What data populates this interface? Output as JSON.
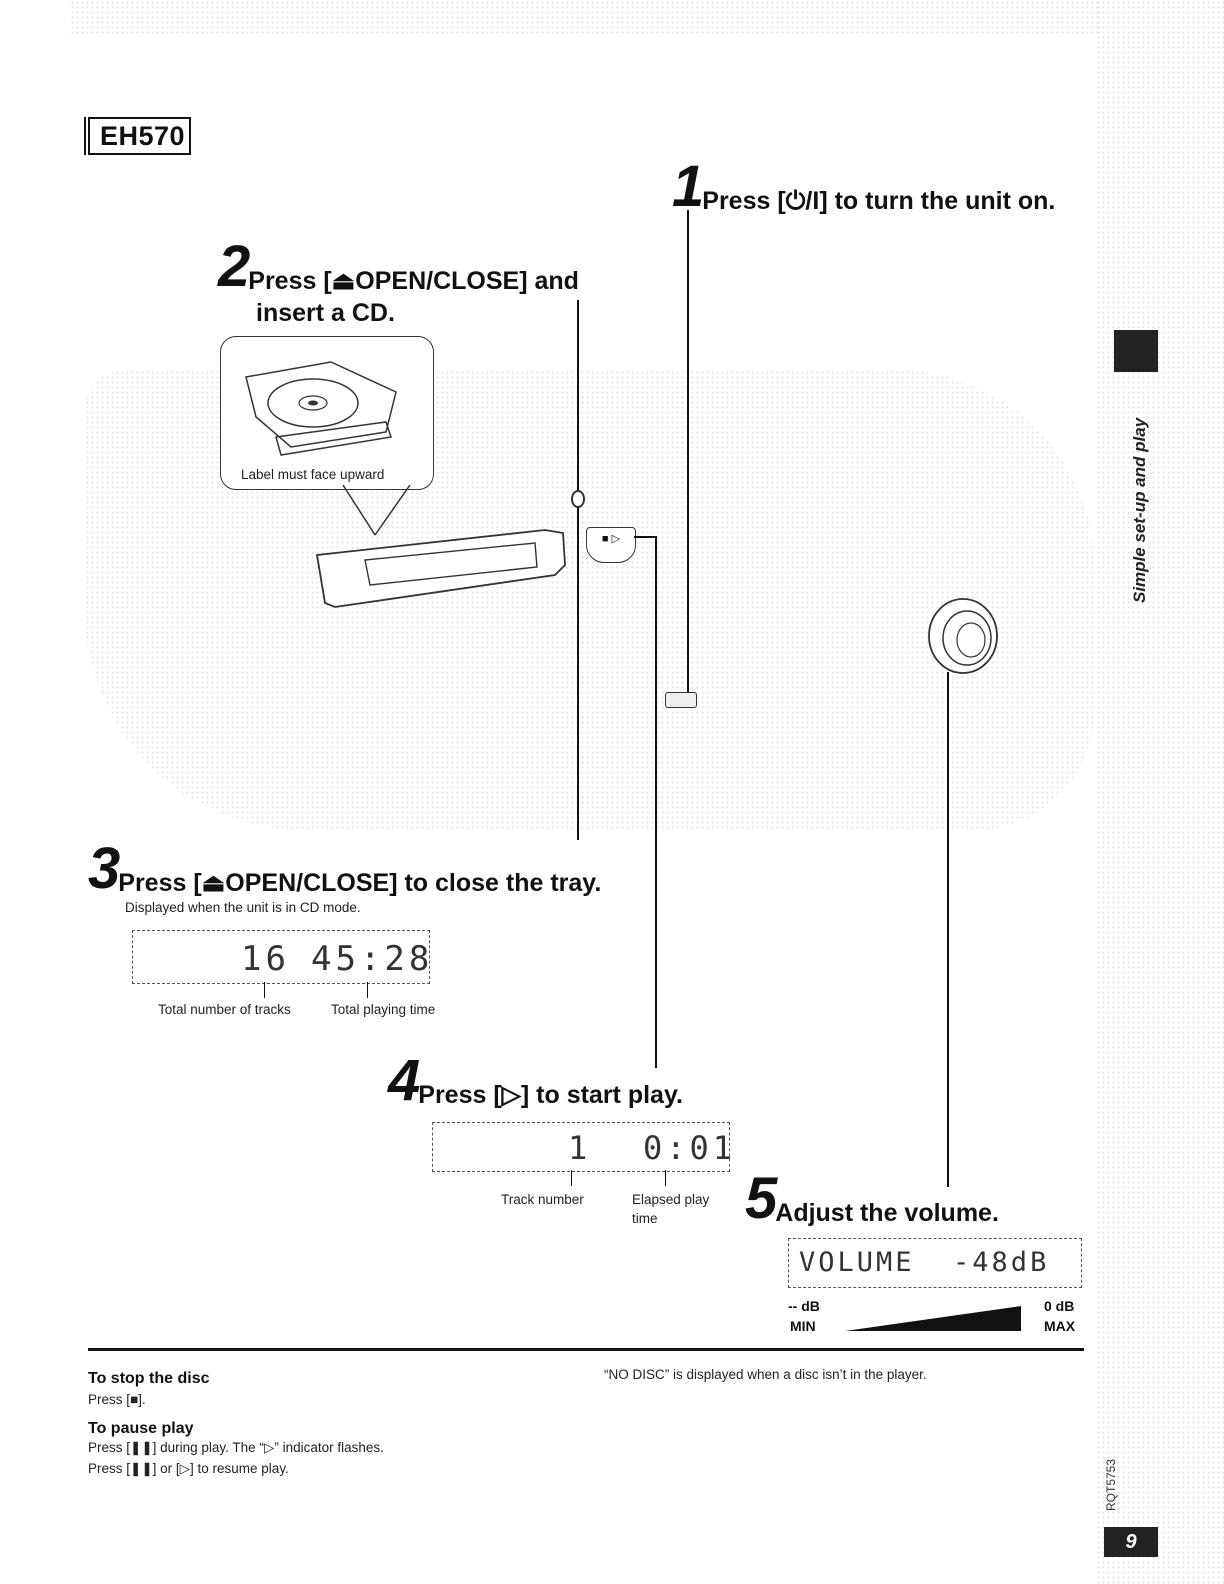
{
  "model": "EH570",
  "steps": {
    "s1": {
      "num": "1",
      "text": "Press [⏻/I] to turn the unit on."
    },
    "s2": {
      "num": "2",
      "line1": "Press [⏏OPEN/CLOSE] and",
      "line2": "insert a CD.",
      "callout": "Label must face upward"
    },
    "s3": {
      "num": "3",
      "text": "Press [⏏OPEN/CLOSE] to close the tray.",
      "sub": "Displayed when the unit is in CD mode.",
      "display_tracks": "16",
      "display_time": "45:28",
      "label_tracks": "Total number of tracks",
      "label_time": "Total playing time"
    },
    "s4": {
      "num": "4",
      "text": "Press [▷] to start play.",
      "display_track": "1",
      "display_time": "0:01",
      "label_track": "Track number",
      "label_time1": "Elapsed play",
      "label_time2": "time"
    },
    "s5": {
      "num": "5",
      "text": "Adjust the volume.",
      "display": "VOLUME  -48dB",
      "min_db": "-- dB",
      "min": "MIN",
      "max_db": "0 dB",
      "max": "MAX"
    }
  },
  "notes": {
    "stop_title": "To stop the disc",
    "stop_text": "Press [■].",
    "pause_title": "To pause play",
    "pause_text1": "Press [❚❚] during play. The “▷” indicator flashes.",
    "pause_text2": "Press [❚❚] or [▷] to resume play.",
    "nodisc": "“NO DISC” is displayed when a disc isn’t in the player."
  },
  "side": {
    "section": "Simple set-up and play",
    "code": "RQT5753",
    "page": "9"
  }
}
